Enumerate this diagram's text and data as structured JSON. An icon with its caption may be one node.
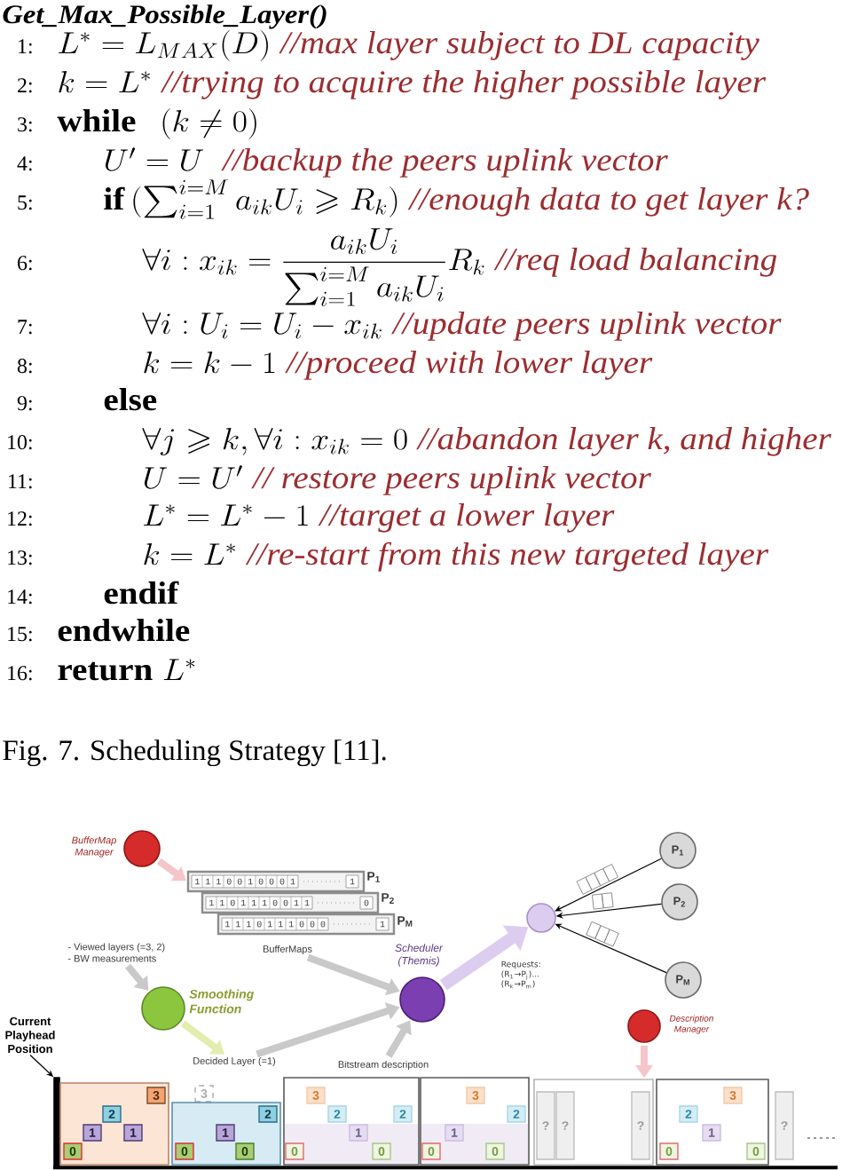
{
  "diagram": {
    "title": "Get_Max_Possible_Layer()",
    "caption": "Fig. 7. Scheduling Strategy [11].",
    "nodes": [
      {
        "text": [
          "BufferMap Manager"
        ]
      },
      {
        "text": [
          "1 1 1 0 0 1 0 0 0 1",
          "1"
        ],
        "beside": [
          "P$_{1}$"
        ]
      },
      {
        "text": [
          "1 1 0 1 1 1 0 0 1 1",
          "0"
        ],
        "beside": [
          "P$_{2}$"
        ]
      },
      {
        "text": [
          "1 1 1 0 1 1 1 0 0 0",
          "1"
        ],
        "beside": [
          "P$_{M}$"
        ]
      },
      {
        "text": [
          "P$_{1}$"
        ]
      },
      {
        "text": [],
        "shape": "circle"
      },
      {
        "text": [
          "P$_{2}$"
        ]
      },
      {
        "text": [
          "- Viewed layers (=3, 2)",
          "- BW measurements"
        ]
      },
      {
        "text": [
          "BufferMaps"
        ]
      },
      {
        "text": [
          "Scheduler (Themis)"
        ]
      },
      {
        "text": [
          "P$_{M}$"
        ]
      },
      {
        "text": [
          "Smoothing Function"
        ]
      },
      {
        "text": [
          "Description Manager"
        ]
      },
      {
        "text": [
          "Current Playhead Position"
        ]
      },
      {
        "text": [
          "Decided Layer (=1)"
        ]
      },
      {
        "text": [
          "Bitstream description"
        ]
      },
      {
        "text": [],
        "shape": "bar"
      },
      {
        "text": [],
        "shape": "box"
      },
      {
        "text": [
          "3"
        ],
        "in": 17
      },
      {
        "text": [
          "2"
        ],
        "in": 17
      },
      {
        "text": [
          "1"
        ],
        "in": 17
      },
      {
        "text": [
          "1"
        ],
        "in": 17
      },
      {
        "text": [
          "0"
        ],
        "in": 17
      },
      {
        "text": [
          "3"
        ]
      },
      {
        "text": [],
        "shape": "box"
      },
      {
        "text": [
          "2"
        ],
        "in": 24
      },
      {
        "text": [
          "1"
        ],
        "in": 24
      },
      {
        "text": [
          "0"
        ],
        "in": 24
      },
      {
        "text": [
          "0"
        ],
        "in": 24
      },
      {
        "text": [],
        "shape": "box"
      },
      {
        "text": [
          "3"
        ],
        "in": 29
      },
      {
        "text": [
          "2"
        ],
        "in": 29
      },
      {
        "text": [
          "2"
        ],
        "in": 29
      },
      {
        "text": [
          "1"
        ],
        "in": 29
      },
      {
        "text": [
          "0"
        ],
        "in": 29
      },
      {
        "text": [
          "0"
        ],
        "in": 29
      },
      {
        "text": [],
        "shape": "box"
      },
      {
        "text": [
          "3"
        ],
        "in": 36
      },
      {
        "text": [
          "2"
        ],
        "in": 36
      },
      {
        "text": [
          "1"
        ],
        "in": 36
      },
      {
        "text": [
          "0"
        ],
        "in": 36
      },
      {
        "text": [
          "0"
        ],
        "in": 36
      },
      {
        "text": [],
        "shape": "box"
      },
      {
        "text": [
          "?"
        ],
        "in": 42
      },
      {
        "text": [
          "?"
        ],
        "in": 42
      },
      {
        "text": [
          "?"
        ],
        "in": 42
      },
      {
        "text": [],
        "shape": "box"
      },
      {
        "text": [
          "3"
        ],
        "in": 46
      },
      {
        "text": [
          "2"
        ],
        "in": 46
      },
      {
        "text": [
          "1"
        ],
        "in": 46
      },
      {
        "text": [
          "0"
        ],
        "in": 46
      },
      {
        "text": [
          "0"
        ],
        "in": 46
      },
      {
        "text": [
          "?"
        ]
      }
    ],
    "edges": [
      {
        "from": 0,
        "to": 1,
        "arrow": "to",
        "color": "#f4c6ca"
      },
      {
        "from": 4,
        "to": 5,
        "arrow": "to"
      },
      {
        "from": 6,
        "to": 5,
        "arrow": "to"
      },
      {
        "from": 10,
        "to": 5,
        "arrow": "to"
      },
      {
        "from": 7,
        "to": 11,
        "arrow": "to",
        "color": "#c9c9c9"
      },
      {
        "from": 8,
        "to": 9,
        "arrow": "to",
        "color": "#c9c9c9"
      },
      {
        "from": 9,
        "to": 5,
        "arrow": "to",
        "color": "#dccdf0",
        "label": "Requests: (R$_{1}$→P$_{j}$)... (R$_{k}$→P$_{m}$)"
      },
      {
        "from": 11,
        "to": 14,
        "arrow": "to",
        "color": "#e4edb0"
      },
      {
        "from": 14,
        "to": 9,
        "arrow": "to",
        "color": "#c9c9c9"
      },
      {
        "from": 15,
        "to": 9,
        "arrow": "to",
        "color": "#c9c9c9"
      },
      {
        "from": 12,
        "to": 42,
        "arrow": "to",
        "color": "#f4c6ca"
      },
      {
        "from": 13,
        "to": 16,
        "arrow": "to"
      }
    ],
    "labels": [
      "1:",
      "L^* = L_{MAX}(D)",
      "//max layer subject to DL capacity",
      "2:",
      "k = L^*",
      "//trying to acquire the higher possible layer",
      "3:",
      "while",
      "(k \\neq 0)",
      "4:",
      "U' = U",
      "//backup the peers uplink vector",
      "5:",
      "if",
      "(\\sum_{i=1}^{i=M} a_{ik}U_i \\geqslant R_k)",
      "//enough data to get layer k?",
      "6:",
      "\\forall i : x_{ik} = \\frac{a_{ik}U_i}{\\sum_{i=1}^{i=M} a_{ik}U_i} R_k",
      "//req load balancing",
      "7:",
      "\\forall i : U_i = U_i - x_{ik}",
      "//update peers uplink vector",
      "8:",
      "k = k - 1",
      "//proceed with lower layer",
      "9:",
      "else",
      "10:",
      "\\forall j \\geqslant k, \\forall i : x_{ik} = 0",
      "//abandon layer k, and higher",
      "11:",
      "U = U'",
      "// restore peers uplink vector",
      "12:",
      "L^* = L^* - 1",
      "//target a lower layer",
      "13:",
      "k = L^*",
      "//re-start from this new targeted layer",
      "14:",
      "endif",
      "15:",
      "endwhile",
      "16:",
      "return",
      "L^*"
    ]
  }
}
